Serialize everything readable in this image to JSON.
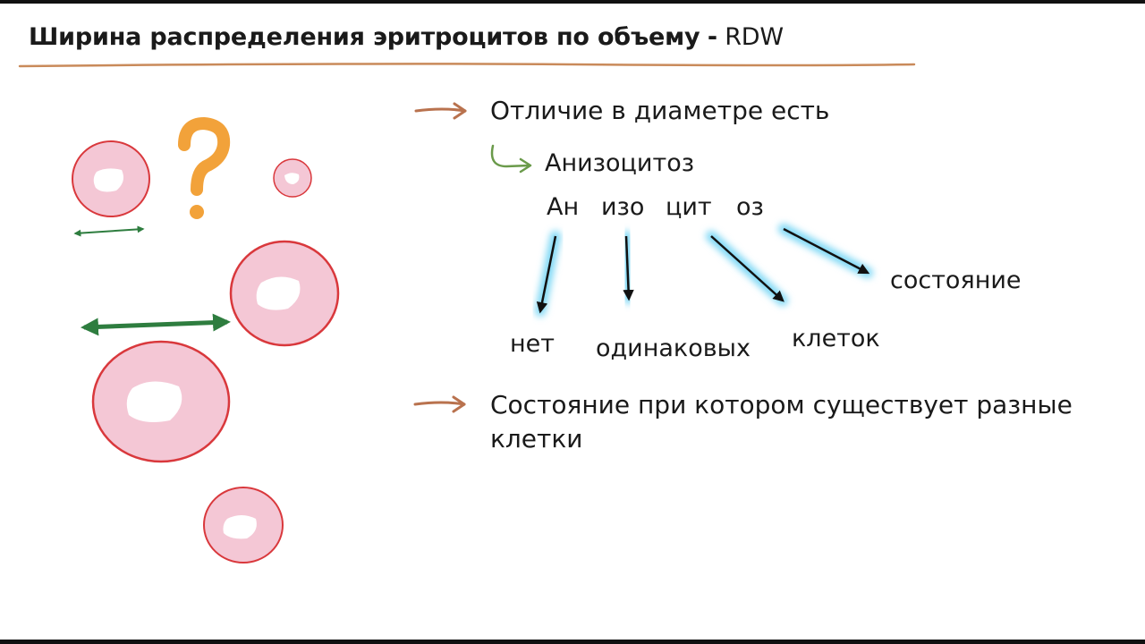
{
  "slide": {
    "title_bold": "Ширина распределения эритроцитов по объему",
    "title_sep": "-",
    "title_abbr": "RDW",
    "point1": "Отличие в диаметре есть",
    "term": "Анизоцитоз",
    "parts": {
      "p1": "Ан",
      "p2": "изо",
      "p3": "цит",
      "p4": "оз"
    },
    "meanings": {
      "m1": "нет",
      "m2": "одинаковых",
      "m3": "клеток",
      "m4": "состояние"
    },
    "point2": "Состояние при котором существует разные клетки"
  },
  "colors": {
    "underline": "#c98a5a",
    "arrow_brown": "#b9724e",
    "arrow_green": "#6a9a4a",
    "cell_fill": "#f4c7d5",
    "cell_edge": "#d9383c",
    "question_mark": "#f2a23a",
    "size_arrow": "#2e7d3f",
    "glow": "#7fd8f5"
  },
  "icons": {
    "question": "question-mark-icon",
    "size_arrows": "double-headed-arrow-icon"
  }
}
